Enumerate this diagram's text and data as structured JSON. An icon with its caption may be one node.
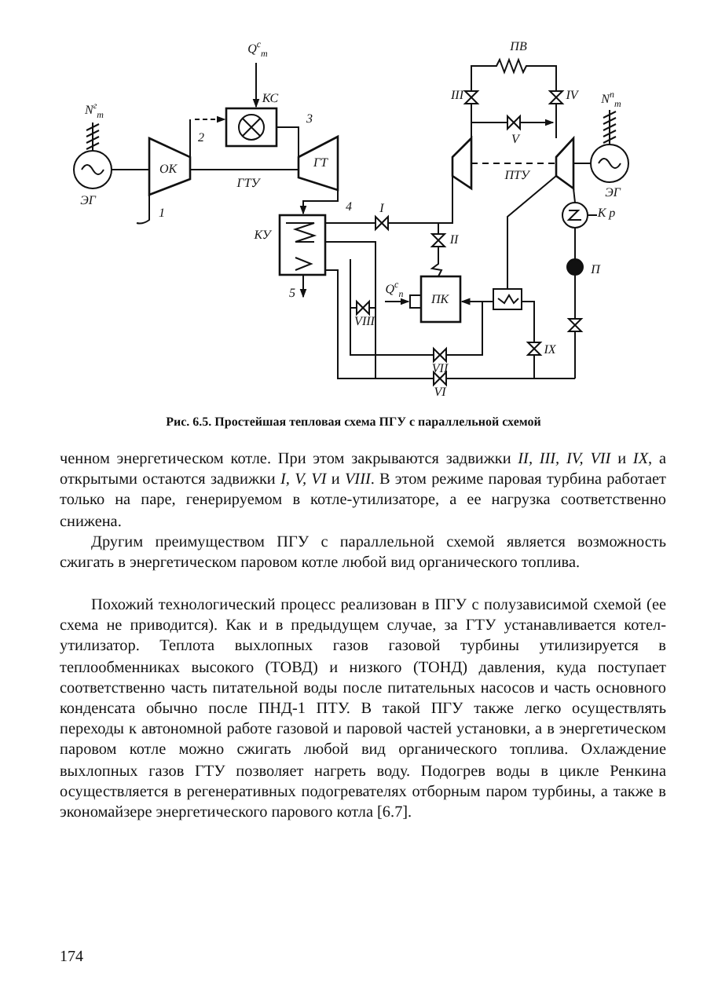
{
  "diagram": {
    "caption": "Рис. 6.5. Простейшая тепловая схема ПГУ с параллельной схемой",
    "labels": [
      "ПВ",
      "Q$^{с}$$_{т}$",
      "КС",
      "III",
      "IV",
      "N$^{г}$$_{т}$",
      "N$^{п}$$_{т}$",
      "2",
      "3",
      "ОК",
      "ГТ",
      "V",
      "ГТУ",
      "ПТУ",
      "ЭГ",
      "ЭГ",
      "1",
      "4",
      "I",
      "К р",
      "КУ",
      "II",
      "П",
      "Q$^{с}$$_{п}$",
      "ПК",
      "VIII",
      "5",
      "IX",
      "VII",
      "VI",
      "ченном энергетическом котле. При этом закрываются задвижки *II, III, IV, VII* и *IX*, а открытыми остаются задвижки *I, V, VI* и *VIII*. В этом режиме паровая турбина работает только на паре, генерируемом в котле-утилизаторе, а ее нагрузка соответственно снижена.",
      "Другим преимуществом ПГУ с параллельной схемой является возможность сжигать в энергетическом паровом котле любой вид органического топлива.",
      "Похожий технологический процесс реализован в ПГУ с полузависимой схемой (ее схема не приводится). Как и в предыдущем случае, за ГТУ устанавливается котел-утилизатор. Теплота выхлопных газов газовой турбины утилизируется в теплообменниках высокого (ТОВД) и низкого (ТОНД) давления, куда поступает соответственно часть питательной воды после питательных насосов и часть основного конденсата обычно после ПНД-1 ПТУ. В такой ПГУ также легко осуществлять переходы к автономной работе газовой и паровой частей установки, а в энергетическом паровом котле можно сжигать любой вид органического топлива. Охлаждение выхлопных газов ГТУ позволяет нагреть воду. Подогрев воды в цикле Ренкина осуществляется в регенеративных подогревателях отборным паром турбины, а также в экономайзере энергетического парового котла [6.7].",
      "174"
    ]
  }
}
